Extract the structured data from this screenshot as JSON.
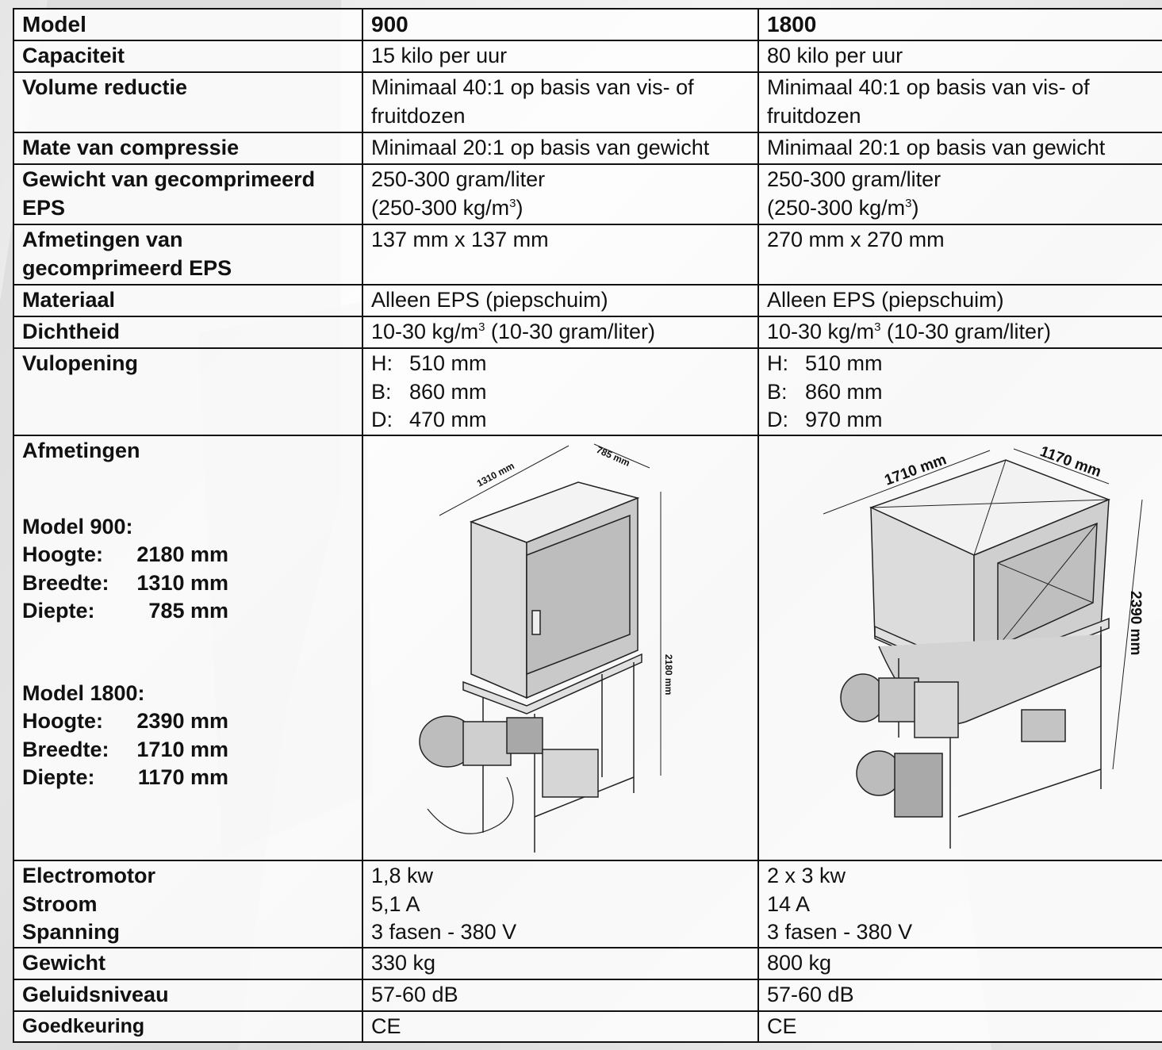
{
  "header": {
    "label": "Model",
    "model_a": "900",
    "model_b": "1800"
  },
  "rows": {
    "capaciteit": {
      "label": "Capaciteit",
      "a": "15 kilo per uur",
      "b": "80 kilo per uur"
    },
    "volume": {
      "label": "Volume reductie",
      "a1": "Minimaal 40:1 op basis van vis- of",
      "a2": "fruitdozen",
      "b1": "Minimaal 40:1 op basis van vis- of",
      "b2": "fruitdozen"
    },
    "compressie": {
      "label": "Mate van compressie",
      "a": "Minimaal 20:1 op basis van gewicht",
      "b": "Minimaal 20:1 op basis van gewicht"
    },
    "gewicht_eps": {
      "label1": "Gewicht van gecomprimeerd",
      "label2": "EPS",
      "a1": "250-300 gram/liter",
      "a2_pre": "(250-300 kg/m",
      "a2_sup": "3",
      "a2_post": ")",
      "b1": "250-300 gram/liter",
      "b2_pre": "(250-300 kg/m",
      "b2_sup": "3",
      "b2_post": ")"
    },
    "afmetingen_eps": {
      "label1": "Afmetingen van",
      "label2": "gecomprimeerd EPS",
      "a": "137 mm x 137 mm",
      "b": "270 mm x 270 mm"
    },
    "materiaal": {
      "label": "Materiaal",
      "a": "Alleen EPS (piepschuim)",
      "b": "Alleen EPS (piepschuim)"
    },
    "dichtheid": {
      "label": "Dichtheid",
      "a_pre": "10-30 kg/m",
      "a_sup": "3",
      "a_post": " (10-30 gram/liter)",
      "b_pre": "10-30 kg/m",
      "b_sup": "3",
      "b_post": " (10-30 gram/liter)"
    },
    "vulopening": {
      "label": "Vulopening",
      "a": [
        {
          "k": "H:",
          "v": "510 mm"
        },
        {
          "k": "B:",
          "v": "860 mm"
        },
        {
          "k": "D:",
          "v": "470 mm"
        }
      ],
      "b": [
        {
          "k": "H:",
          "v": "510 mm"
        },
        {
          "k": "B:",
          "v": "860 mm"
        },
        {
          "k": "D:",
          "v": "970 mm"
        }
      ]
    },
    "afmetingen": {
      "label": "Afmetingen",
      "m900": {
        "title": "Model 900:",
        "rows": [
          {
            "k": "Hoogte:",
            "v": "2180 mm"
          },
          {
            "k": "Breedte:",
            "v": "1310 mm"
          },
          {
            "k": "Diepte:",
            "v": "785 mm"
          }
        ]
      },
      "m1800": {
        "title": "Model 1800:",
        "rows": [
          {
            "k": "Hoogte:",
            "v": "2390 mm"
          },
          {
            "k": "Breedte:",
            "v": "1710 mm"
          },
          {
            "k": "Diepte:",
            "v": "1170 mm"
          }
        ]
      },
      "fig900": {
        "width": "1310 mm",
        "depth": "785 mm",
        "height": "2180 mm"
      },
      "fig1800": {
        "width": "1710 mm",
        "depth": "1170 mm",
        "height": "2390 mm"
      }
    },
    "motor": {
      "label1": "Electromotor",
      "label2": "Stroom",
      "label3": "Spanning",
      "a1": "1,8 kw",
      "a2": "5,1 A",
      "a3": "3 fasen - 380 V",
      "b1": "2 x 3 kw",
      "b2": "14 A",
      "b3": "3 fasen - 380 V"
    },
    "gewicht": {
      "label": "Gewicht",
      "a": "330 kg",
      "b": "800 kg"
    },
    "geluid": {
      "label": "Geluidsniveau",
      "a": "57-60 dB",
      "b": "57-60 dB"
    },
    "goedkeuring": {
      "label": "Goedkeuring",
      "a": "CE",
      "b": "CE"
    }
  }
}
